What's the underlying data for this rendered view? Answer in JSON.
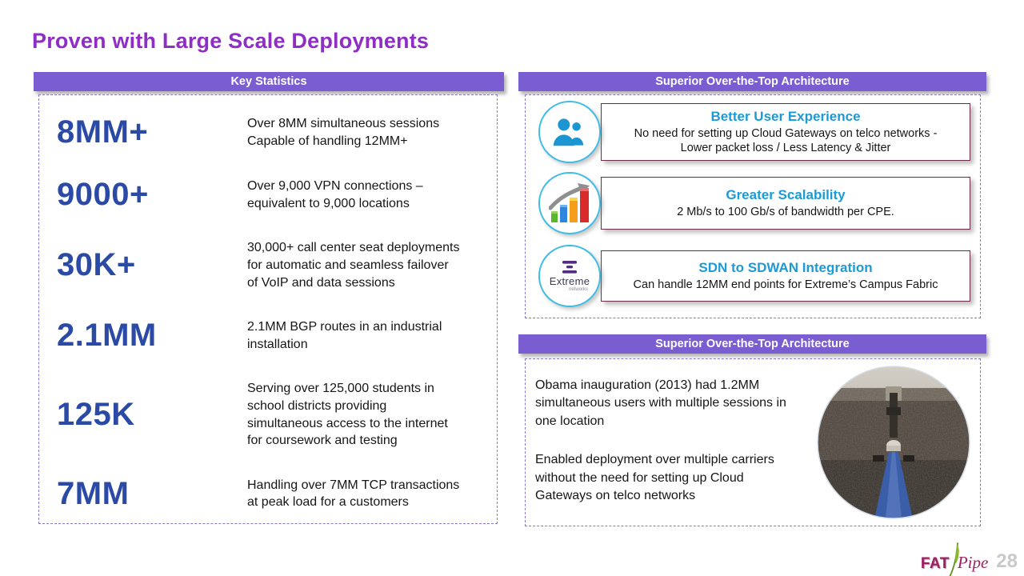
{
  "slide": {
    "title": "Proven with Large Scale Deployments",
    "page_number": "28",
    "logo": {
      "fat": "FAT",
      "pipe": "Pipe"
    }
  },
  "key_statistics": {
    "header": "Key Statistics",
    "stats": [
      {
        "value": "8MM+",
        "description": "Over 8MM simultaneous sessions\nCapable of handling 12MM+"
      },
      {
        "value": "9000+",
        "description": "Over 9,000 VPN connections –\nequivalent to 9,000 locations"
      },
      {
        "value": "30K+",
        "description": "30,000+ call center seat deployments for automatic and seamless failover of VoIP and data sessions"
      },
      {
        "value": "2.1MM",
        "description": "2.1MM BGP routes in an industrial installation"
      },
      {
        "value": "125K",
        "description": "Serving over 125,000 students in school districts providing simultaneous access to the internet  for coursework and testing"
      },
      {
        "value": "7MM",
        "description": "Handling over 7MM TCP transactions at peak load for a customers"
      }
    ]
  },
  "architecture": {
    "header": "Superior Over-the-Top Architecture",
    "features": [
      {
        "icon": "users-icon",
        "title": "Better User Experience",
        "description": "No need for setting up Cloud Gateways on telco networks -\nLower packet loss / Less Latency & Jitter"
      },
      {
        "icon": "growth-bar-chart-icon",
        "title": "Greater Scalability",
        "description": "2 Mb/s to 100 Gb/s of bandwidth per CPE."
      },
      {
        "icon": "extreme-networks-logo",
        "title": "SDN to SDWAN Integration",
        "description": "Can handle 12MM end points for Extreme’s Campus Fabric",
        "logo_brand": "Extreme",
        "logo_sub": "networks"
      }
    ]
  },
  "deployment_case": {
    "header": "Superior Over-the-Top Architecture",
    "paragraphs": [
      "Obama inauguration (2013) had 1.2MM simultaneous users with  multiple sessions in one location",
      "Enabled deployment over multiple carriers without the need for setting up Cloud Gateways on telco networks"
    ],
    "image": "obama-inauguration-2013-crowd"
  },
  "colors": {
    "title_purple": "#8E2EC4",
    "header_bar_purple": "#7A5DD1",
    "stat_blue": "#2B4AA6",
    "feature_title_blue": "#1C9AD6",
    "feature_box_border": "#6E2B49",
    "dashed_border": "#8878CC",
    "icon_ring_teal": "#3FBCE4",
    "logo_maroon": "#9E2064",
    "page_number_gray": "#C9C9C9"
  }
}
